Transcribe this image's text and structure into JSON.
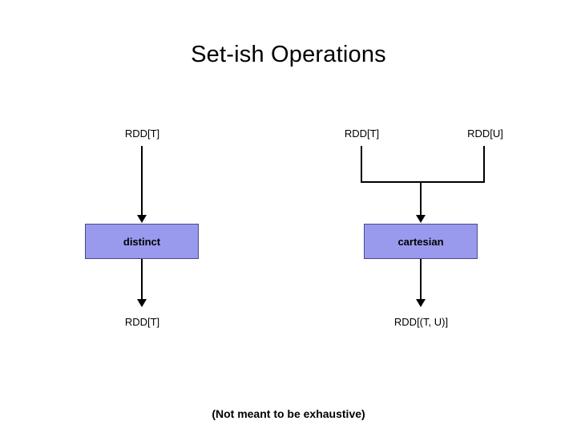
{
  "slide": {
    "title": "Set-ish Operations",
    "footnote": "(Not meant to be exhaustive)",
    "accent_color": "#9999ee",
    "line_color": "#000000",
    "background_color": "#ffffff"
  },
  "diagram": {
    "left": {
      "input_label": "RDD[T]",
      "operation": "distinct",
      "output_label": "RDD[T]"
    },
    "right": {
      "input_label_1": "RDD[T]",
      "input_label_2": "RDD[U]",
      "operation": "cartesian",
      "output_label": "RDD[(T, U)]"
    }
  }
}
